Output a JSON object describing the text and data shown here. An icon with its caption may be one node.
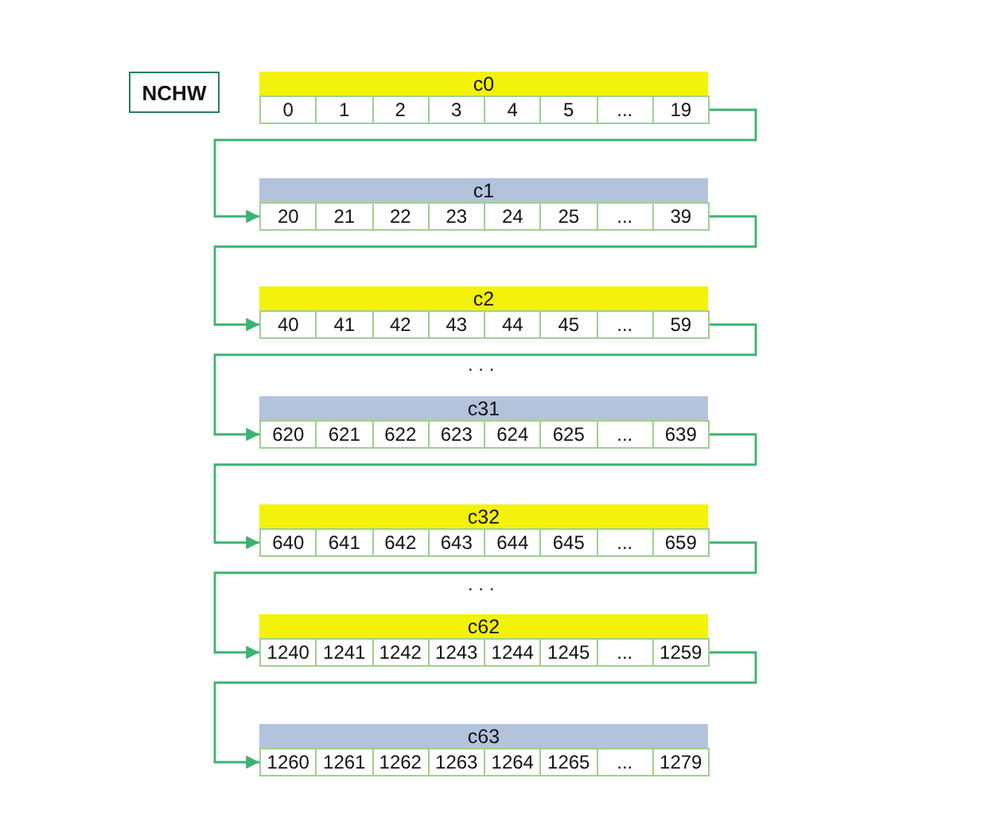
{
  "diagram": {
    "nodes": [
      {
        "text": [
          "NCHW"
        ]
      },
      {
        "text": [
          "c0"
        ]
      },
      {
        "text": [
          "0"
        ]
      },
      {
        "text": [
          "1"
        ]
      },
      {
        "text": [
          "2"
        ]
      },
      {
        "text": [
          "3"
        ]
      },
      {
        "text": [
          "4"
        ]
      },
      {
        "text": [
          "5"
        ]
      },
      {
        "text": [
          "..."
        ]
      },
      {
        "text": [
          "19"
        ]
      },
      {
        "text": [
          "c1"
        ]
      },
      {
        "text": [
          "20"
        ]
      },
      {
        "text": [
          "21"
        ]
      },
      {
        "text": [
          "22"
        ]
      },
      {
        "text": [
          "23"
        ]
      },
      {
        "text": [
          "24"
        ]
      },
      {
        "text": [
          "25"
        ]
      },
      {
        "text": [
          "..."
        ]
      },
      {
        "text": [
          "39"
        ]
      },
      {
        "text": [
          "c2"
        ]
      },
      {
        "text": [
          "40"
        ]
      },
      {
        "text": [
          "41"
        ]
      },
      {
        "text": [
          "42"
        ]
      },
      {
        "text": [
          "43"
        ]
      },
      {
        "text": [
          "44"
        ]
      },
      {
        "text": [
          "45"
        ]
      },
      {
        "text": [
          "..."
        ]
      },
      {
        "text": [
          "59"
        ]
      },
      {
        "text": [
          "c31"
        ]
      },
      {
        "text": [
          "620"
        ]
      },
      {
        "text": [
          "621"
        ]
      },
      {
        "text": [
          "622"
        ]
      },
      {
        "text": [
          "623"
        ]
      },
      {
        "text": [
          "624"
        ]
      },
      {
        "text": [
          "625"
        ]
      },
      {
        "text": [
          "..."
        ]
      },
      {
        "text": [
          "639"
        ]
      },
      {
        "text": [
          "c32"
        ]
      },
      {
        "text": [
          "640"
        ]
      },
      {
        "text": [
          "641"
        ]
      },
      {
        "text": [
          "642"
        ]
      },
      {
        "text": [
          "643"
        ]
      },
      {
        "text": [
          "644"
        ]
      },
      {
        "text": [
          "645"
        ]
      },
      {
        "text": [
          "..."
        ]
      },
      {
        "text": [
          "659"
        ]
      },
      {
        "text": [
          "c62"
        ]
      },
      {
        "text": [
          "1240"
        ]
      },
      {
        "text": [
          "1241"
        ]
      },
      {
        "text": [
          "1242"
        ]
      },
      {
        "text": [
          "1243"
        ]
      },
      {
        "text": [
          "1244"
        ]
      },
      {
        "text": [
          "1245"
        ]
      },
      {
        "text": [
          "..."
        ]
      },
      {
        "text": [
          "1259"
        ]
      },
      {
        "text": [
          "c63"
        ]
      },
      {
        "text": [
          "1260"
        ]
      },
      {
        "text": [
          "1261"
        ]
      },
      {
        "text": [
          "1262"
        ]
      },
      {
        "text": [
          "1263"
        ]
      },
      {
        "text": [
          "1264"
        ]
      },
      {
        "text": [
          "1265"
        ]
      },
      {
        "text": [
          "..."
        ]
      },
      {
        "text": [
          "1279"
        ]
      }
    ],
    "edges": [
      {
        "from": 9,
        "to": 11,
        "arrow": "to"
      },
      {
        "from": 18,
        "to": 20,
        "arrow": "to"
      },
      {
        "from": 27,
        "to": 29,
        "arrow": "to"
      },
      {
        "from": 36,
        "to": 38,
        "arrow": "to"
      },
      {
        "from": 45,
        "to": 47,
        "arrow": "to"
      },
      {
        "from": 54,
        "to": 56,
        "arrow": "to"
      }
    ],
    "labels": [
      ". . .",
      ". . ."
    ]
  }
}
